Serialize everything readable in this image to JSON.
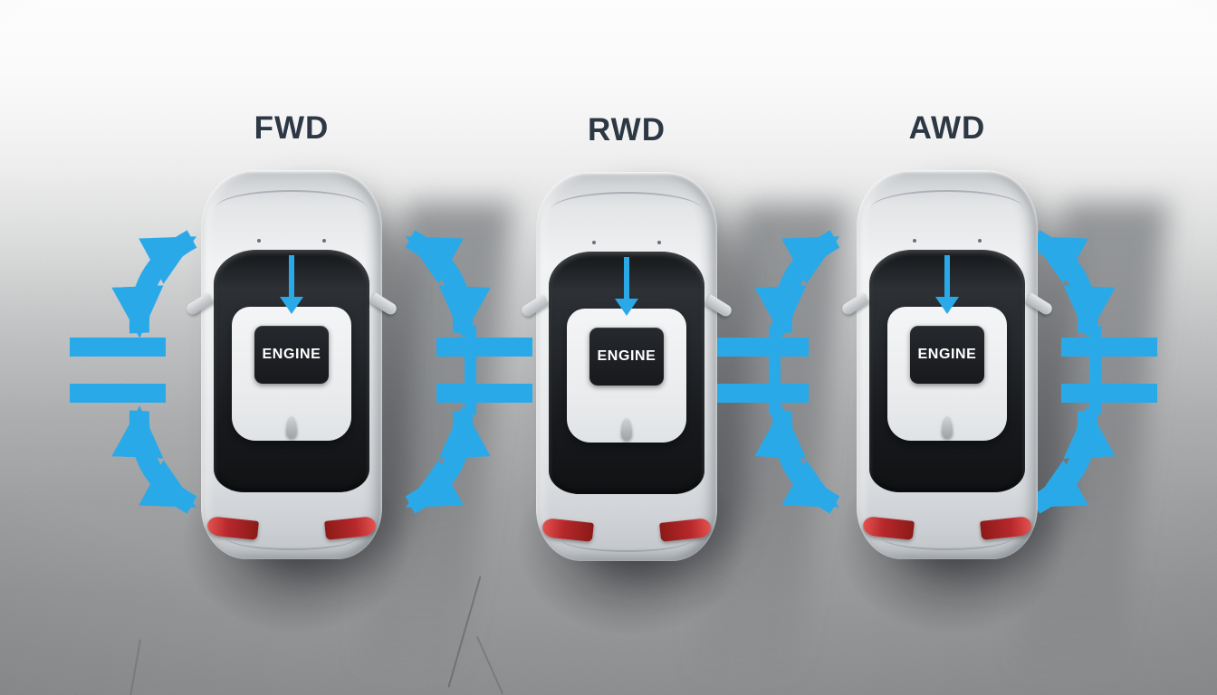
{
  "diagram": {
    "variants": [
      {
        "id": "fwd",
        "label": "FWD",
        "engine_label": "ENGINE"
      },
      {
        "id": "rwd",
        "label": "RWD",
        "engine_label": "ENGINE"
      },
      {
        "id": "awd",
        "label": "AWD",
        "engine_label": "ENGINE"
      }
    ]
  },
  "palette": {
    "arrow_blue": "#2AA9E9",
    "drive_label": "#2D3845",
    "engine_box": "#17191C",
    "engine_text": "#FFFFFF",
    "taillight_red": "#B6282C"
  }
}
